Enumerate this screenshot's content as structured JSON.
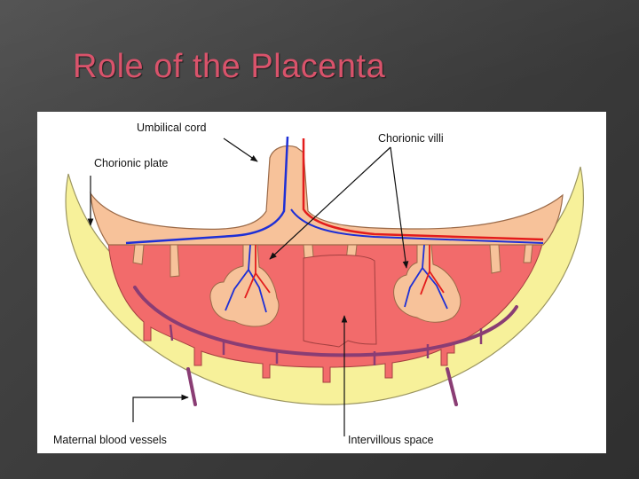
{
  "slide": {
    "title": "Role of the Placenta"
  },
  "diagram": {
    "labels": {
      "umbilical_cord": "Umbilical cord",
      "chorionic_plate": "Chorionic plate",
      "chorionic_villi": "Chorionic villi",
      "maternal_blood_vessels": "Maternal blood vessels",
      "intervillous_space": "Intervillous space"
    },
    "colors": {
      "background": "#444444",
      "title": "#d9536b",
      "decidua": "#f7f19a",
      "intervillous": "#f26b6b",
      "chorionic_tissue": "#f7c29a",
      "artery": "#e31c1c",
      "vein": "#1e2fd6",
      "maternal_vessel": "#8a3d74"
    }
  }
}
